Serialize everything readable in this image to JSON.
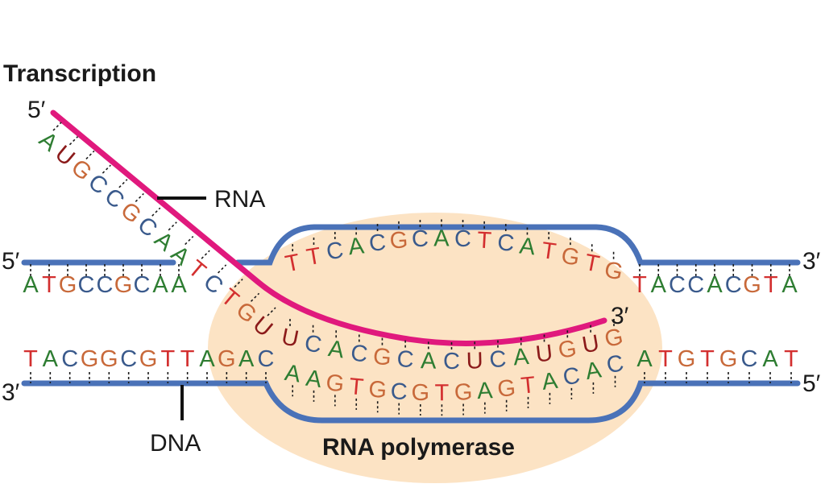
{
  "title": "Transcription",
  "labels": {
    "rna": "RNA",
    "dna": "DNA",
    "polymerase": "RNA polymerase"
  },
  "ends": {
    "rna_5": "5′",
    "rna_3": "3′",
    "top_left": "5′",
    "top_right": "3′",
    "bottom_left": "3′",
    "bottom_right": "5′"
  },
  "sequences": {
    "top_left": "ATGCCGCAA",
    "top_bubble": "TTCACGCACTCATGTG",
    "top_right": "TACCACGTA",
    "bottom_left": "TACGGCGTTAGAC",
    "bottom_bubble": "AAGTGCGTGAGTACAC",
    "bottom_right": "ATGTGCAT",
    "rna": "AUGCCGCAATCTGUUCACGCACUCAUGUG"
  },
  "colors": {
    "A": "#2e7d32",
    "T": "#d32f2f",
    "U": "#8b1a1a",
    "G": "#c8693a",
    "C": "#3a5a8c",
    "dna_strand": "#4a72b8",
    "rna_strand": "#e0197d",
    "polymerase": "#fce3c4"
  }
}
